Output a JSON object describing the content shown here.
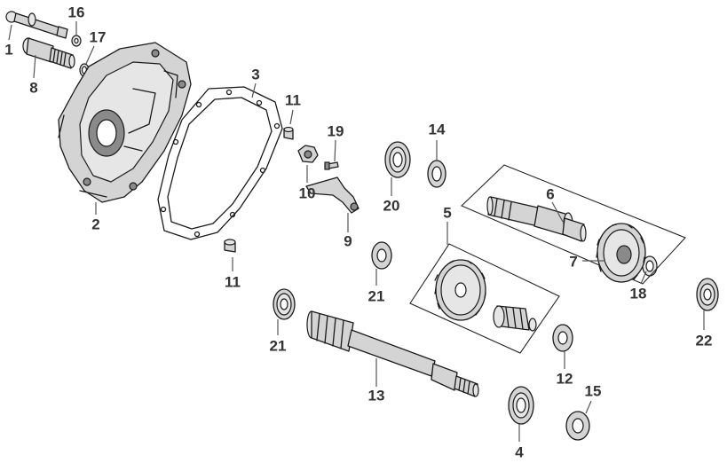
{
  "diagram": {
    "callouts": [
      {
        "id": "c1",
        "text": "1"
      },
      {
        "id": "c16",
        "text": "16"
      },
      {
        "id": "c17",
        "text": "17"
      },
      {
        "id": "c8",
        "text": "8"
      },
      {
        "id": "c2",
        "text": "2"
      },
      {
        "id": "c3",
        "text": "3"
      },
      {
        "id": "c11a",
        "text": "11"
      },
      {
        "id": "c11b",
        "text": "11"
      },
      {
        "id": "c19",
        "text": "19"
      },
      {
        "id": "c10",
        "text": "10"
      },
      {
        "id": "c9",
        "text": "9"
      },
      {
        "id": "c20",
        "text": "20"
      },
      {
        "id": "c14",
        "text": "14"
      },
      {
        "id": "c6",
        "text": "6"
      },
      {
        "id": "c5",
        "text": "5"
      },
      {
        "id": "c7",
        "text": "7"
      },
      {
        "id": "c18",
        "text": "18"
      },
      {
        "id": "c21a",
        "text": "21"
      },
      {
        "id": "c21b",
        "text": "21"
      },
      {
        "id": "c13",
        "text": "13"
      },
      {
        "id": "c4",
        "text": "4"
      },
      {
        "id": "c12",
        "text": "12"
      },
      {
        "id": "c15",
        "text": "15"
      },
      {
        "id": "c22",
        "text": "22"
      }
    ]
  }
}
